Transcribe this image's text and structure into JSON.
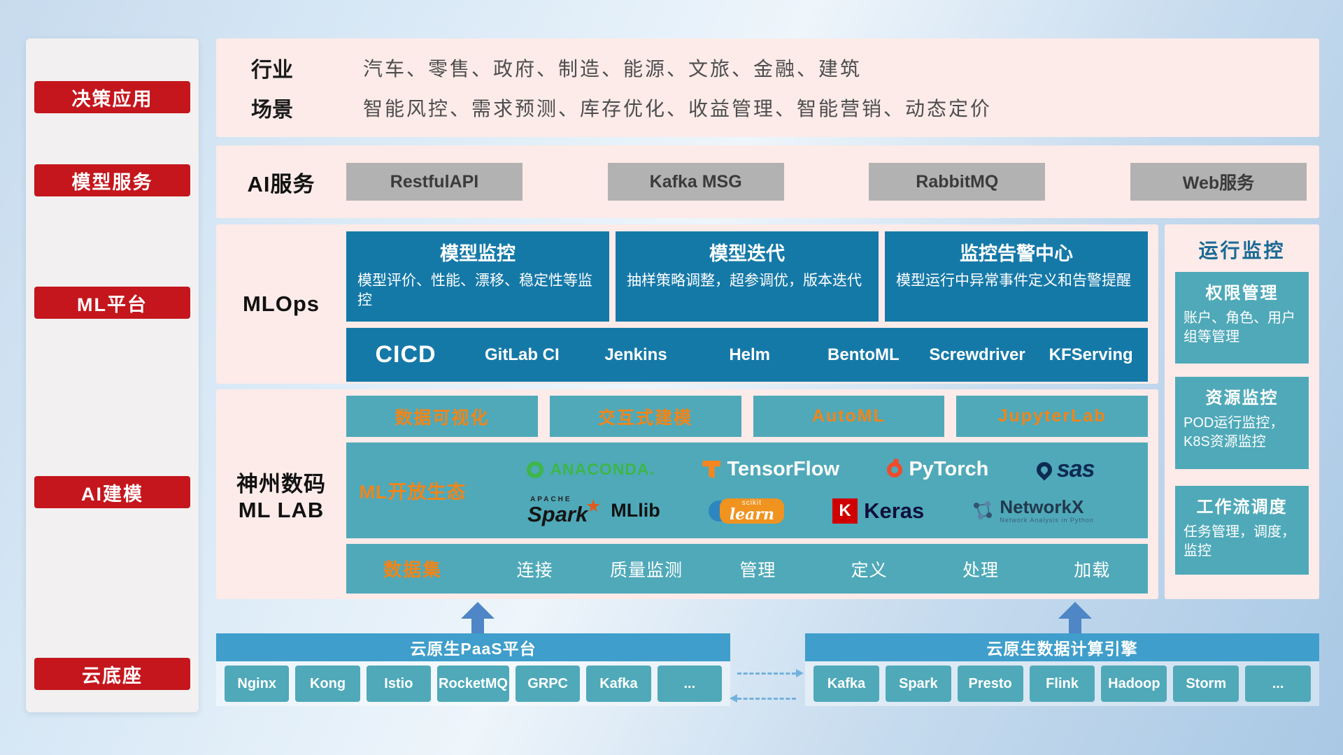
{
  "sidebar": {
    "items": [
      {
        "label": "决策应用"
      },
      {
        "label": "模型服务"
      },
      {
        "label": "ML平台"
      },
      {
        "label": "AI建模"
      },
      {
        "label": "云底座"
      }
    ]
  },
  "industry": {
    "rows": [
      {
        "label": "行业",
        "text": "汽车、零售、政府、制造、能源、文旅、金融、建筑"
      },
      {
        "label": "场景",
        "text": "智能风控、需求预测、库存优化、收益管理、智能营销、动态定价"
      }
    ]
  },
  "ai_service": {
    "label": "AI服务",
    "items": [
      "RestfulAPI",
      "Kafka MSG",
      "RabbitMQ",
      "Web服务"
    ]
  },
  "mlops": {
    "label": "MLOps",
    "cards": [
      {
        "title": "模型监控",
        "desc": "模型评价、性能、漂移、稳定性等监控"
      },
      {
        "title": "模型迭代",
        "desc": "抽样策略调整，超参调优，版本迭代"
      },
      {
        "title": "监控告警中心",
        "desc": "模型运行中异常事件定义和告警提醒"
      }
    ],
    "cicd_label": "CICD",
    "cicd_items": [
      "GitLab CI",
      "Jenkins",
      "Helm",
      "BentoML",
      "Screwdriver",
      "KFServing"
    ]
  },
  "mllab": {
    "label_line1": "神州数码",
    "label_line2": "ML LAB",
    "top_items": [
      "数据可视化",
      "交互式建模",
      "AutoML",
      "JupyterLab"
    ],
    "eco_label": "ML开放生态",
    "logos": {
      "anaconda": "ANACONDA.",
      "tensorflow": "TensorFlow",
      "pytorch": "PyTorch",
      "sas": "sas",
      "spark_top": "APACHE",
      "spark": "Spark",
      "mllib": "MLlib",
      "scikit_top": "scikit",
      "scikit": "learn",
      "keras_badge": "K",
      "keras": "Keras",
      "networkx": "NetworkX",
      "networkx_sub": "Network Analysis in Python"
    },
    "data_label": "数据集",
    "data_items": [
      "连接",
      "质量监测",
      "管理",
      "定义",
      "处理",
      "加载"
    ]
  },
  "monitor": {
    "title": "运行监控",
    "cards": [
      {
        "title": "权限管理",
        "desc": "账户、角色、用户组等管理"
      },
      {
        "title": "资源监控",
        "desc": "POD运行监控，K8S资源监控"
      },
      {
        "title": "工作流调度",
        "desc": "任务管理，调度，监控"
      }
    ]
  },
  "bottom": {
    "paas_title": "云原生PaaS平台",
    "paas_items": [
      "Nginx",
      "Kong",
      "Istio",
      "RocketMQ",
      "GRPC",
      "Kafka",
      "..."
    ],
    "engine_title": "云原生数据计算引擎",
    "engine_items": [
      "Kafka",
      "Spark",
      "Presto",
      "Flink",
      "Hadoop",
      "Storm",
      "..."
    ]
  },
  "colors": {
    "accent_red": "#c4161c",
    "band_pink": "#fcebe9",
    "teal_dark": "#1579a8",
    "teal_mid": "#4fa9b9",
    "orange": "#f08519",
    "blue_bar": "#3f9ecb",
    "gray_button": "#b3b2b2",
    "arrow_blue": "#4e86c6",
    "title_blue": "#1a6a94"
  }
}
